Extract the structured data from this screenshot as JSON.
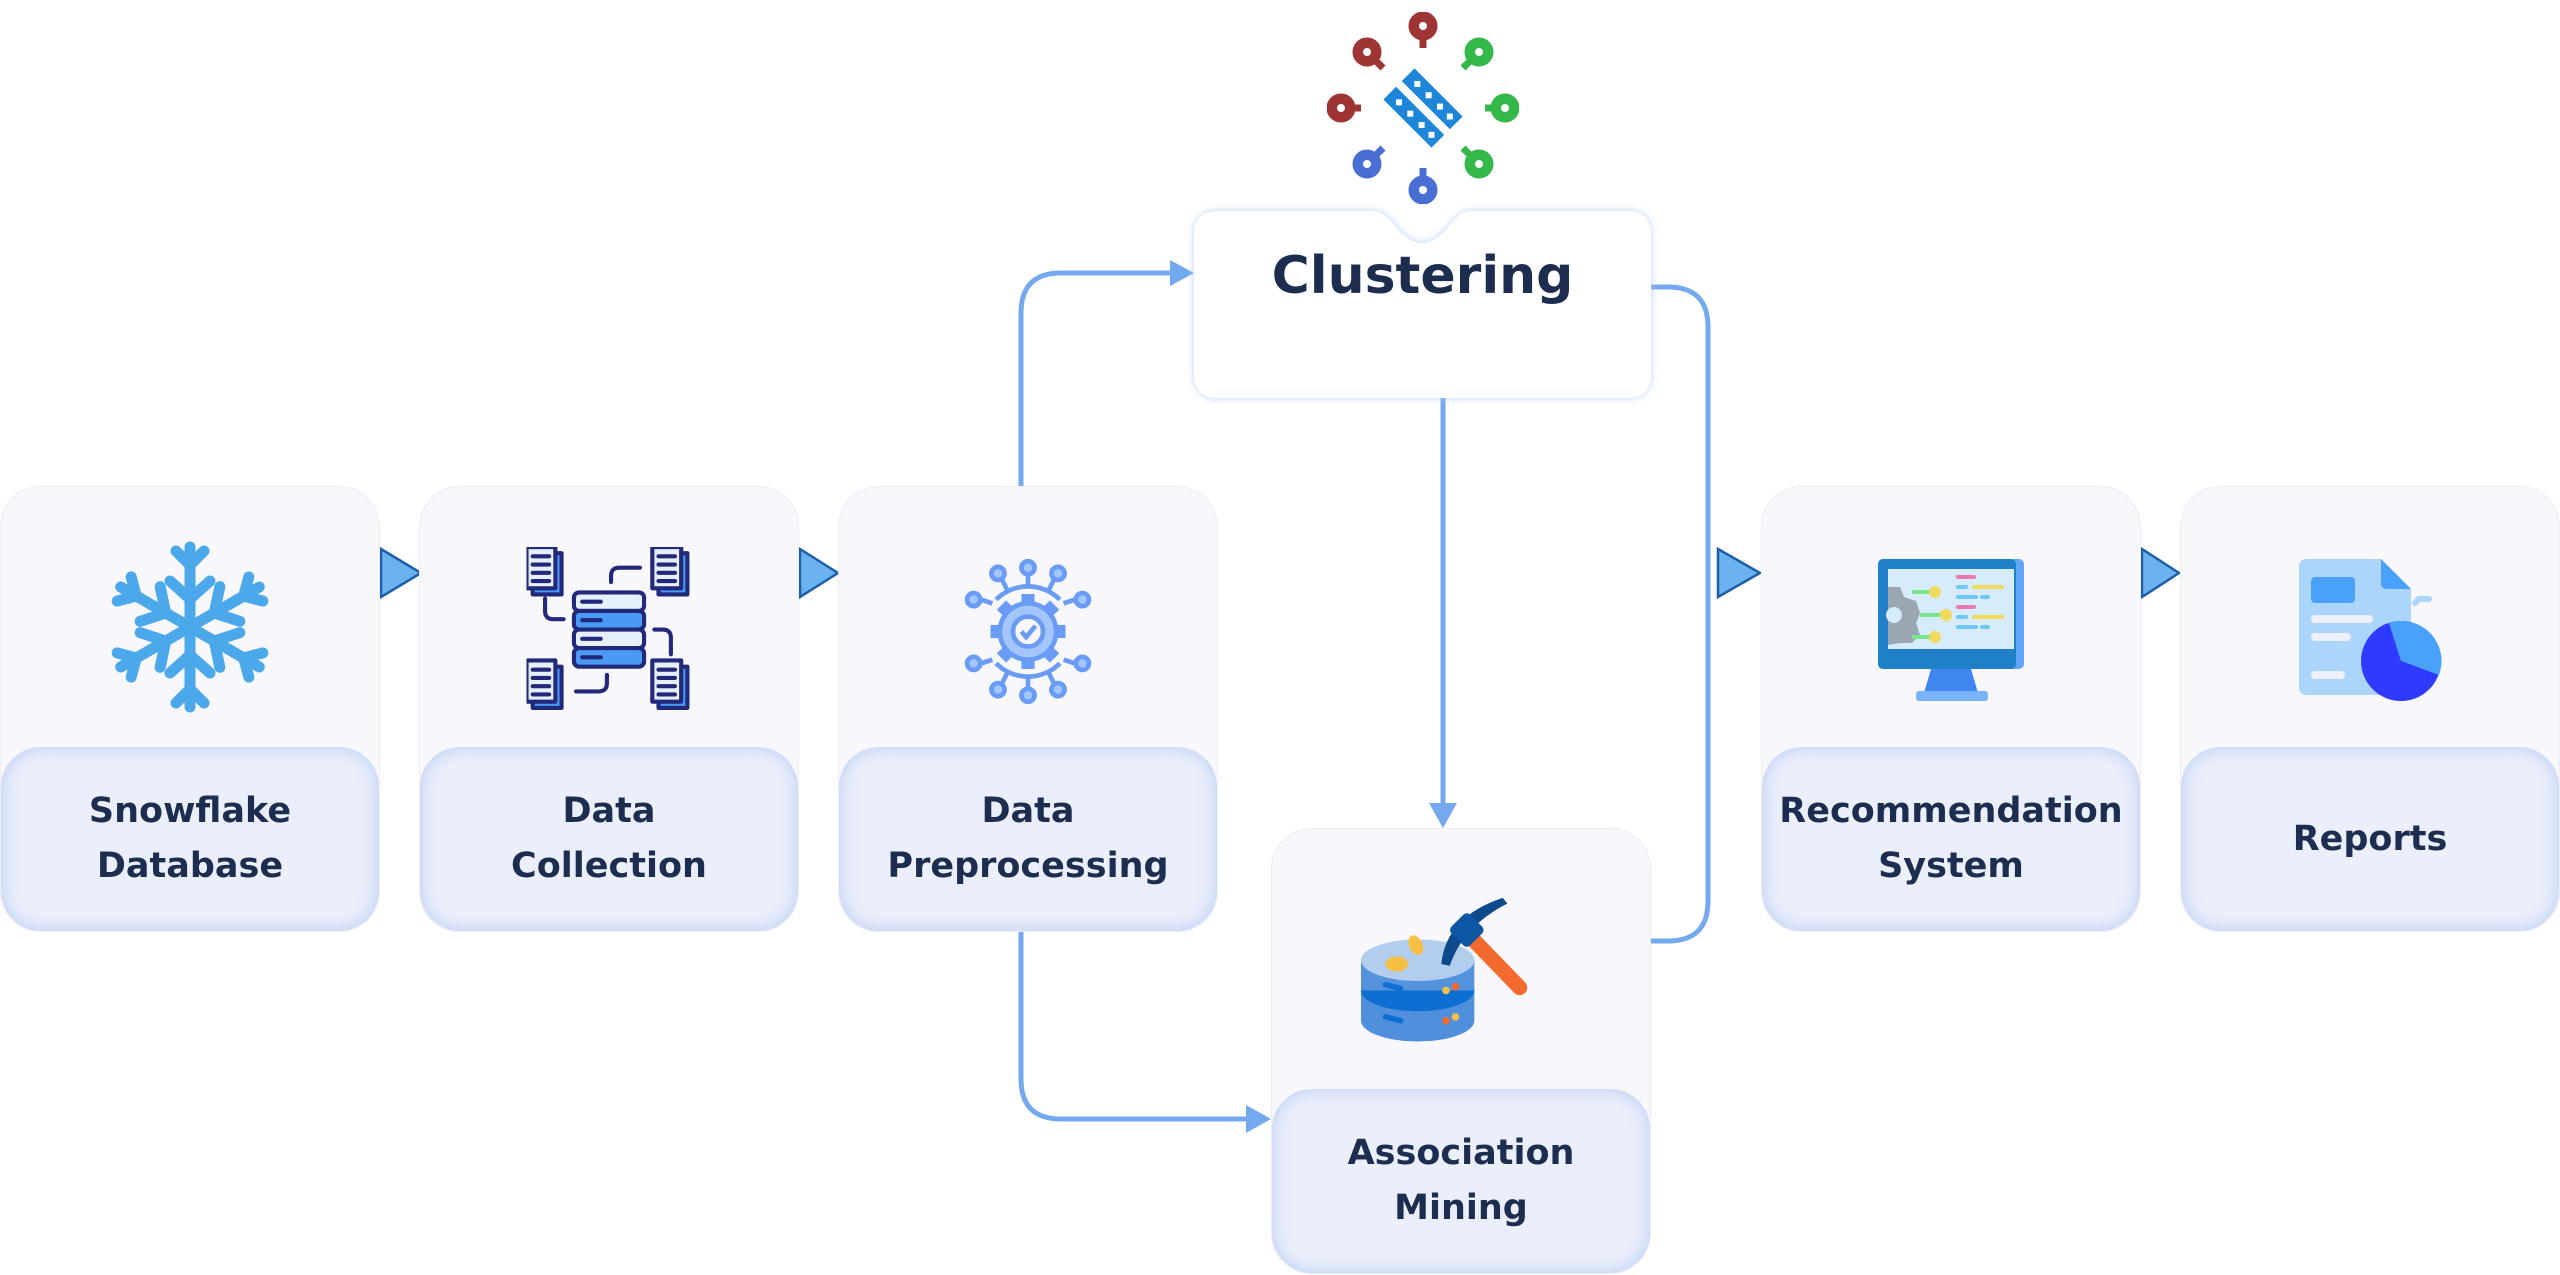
{
  "diagram": {
    "type": "pipeline-flow",
    "nodes": [
      {
        "id": "snowflake",
        "label_lines": [
          "Snowflake",
          "Database"
        ],
        "icon": "snowflake-icon"
      },
      {
        "id": "collection",
        "label_lines": [
          "Data",
          "Collection"
        ],
        "icon": "data-collection-icon"
      },
      {
        "id": "preprocessing",
        "label_lines": [
          "Data",
          "Preprocessing"
        ],
        "icon": "gear-network-icon"
      },
      {
        "id": "clustering",
        "label": "Clustering",
        "icon": "cluster-icon"
      },
      {
        "id": "association",
        "label_lines": [
          "Association",
          "Mining"
        ],
        "icon": "database-pickaxe-icon"
      },
      {
        "id": "recommendation",
        "label_lines": [
          "Recommendation",
          "System"
        ],
        "icon": "monitor-code-icon"
      },
      {
        "id": "reports",
        "label_lines": [
          "Reports"
        ],
        "icon": "report-pie-icon"
      }
    ],
    "edges": [
      {
        "from": "snowflake",
        "to": "collection"
      },
      {
        "from": "collection",
        "to": "preprocessing"
      },
      {
        "from": "preprocessing",
        "to": "clustering"
      },
      {
        "from": "preprocessing",
        "to": "association"
      },
      {
        "from": "clustering",
        "to": "association"
      },
      {
        "from": "clustering",
        "to": "recommendation"
      },
      {
        "from": "association",
        "to": "recommendation"
      },
      {
        "from": "recommendation",
        "to": "reports"
      }
    ]
  },
  "colors": {
    "text": "#1c2d4f",
    "connector": "#74a9f0",
    "arrow_fill": "#6bb3ee",
    "arrow_stroke": "#1d5fa8",
    "card_bg": "#f7f7fc",
    "label_bg": "#ebeffb"
  }
}
